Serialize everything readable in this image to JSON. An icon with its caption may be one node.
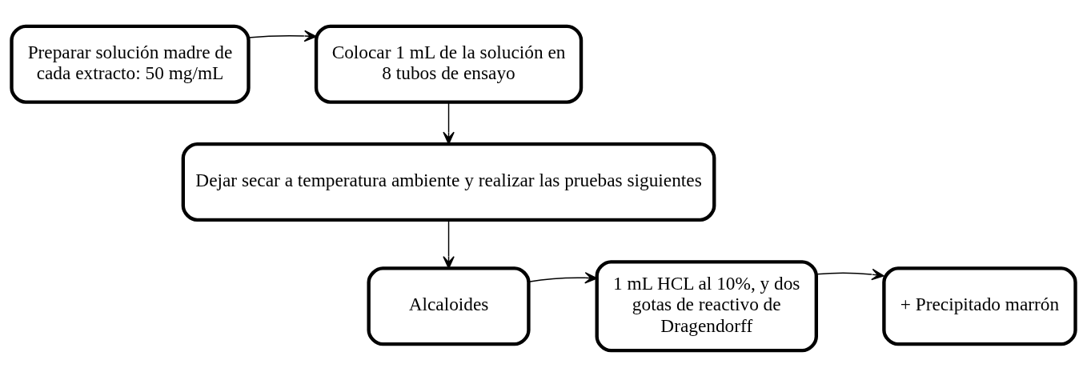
{
  "diagram": {
    "nodes": [
      {
        "text": [
          "Preparar solución madre de cada extracto: 50 mg/mL"
        ]
      },
      {
        "text": [
          "Colocar 1 mL de la solución en 8 tubos de ensayo"
        ]
      },
      {
        "text": [
          "Dejar secar a temperatura ambiente y realizar las pruebas siguientes"
        ]
      },
      {
        "text": [
          "Alcaloides"
        ]
      },
      {
        "text": [
          "1 mL HCL al 10%, y dos gotas de reactivo de Dragendorff"
        ]
      },
      {
        "text": [
          "+ Precipitado marrón"
        ]
      }
    ],
    "edges": [
      {
        "from": 0,
        "to": 1,
        "arrow": "to"
      },
      {
        "from": 1,
        "to": 2,
        "arrow": "to"
      },
      {
        "from": 2,
        "to": 3,
        "arrow": "to"
      },
      {
        "from": 3,
        "to": 4,
        "arrow": "to"
      },
      {
        "from": 4,
        "to": 5,
        "arrow": "to"
      }
    ]
  }
}
